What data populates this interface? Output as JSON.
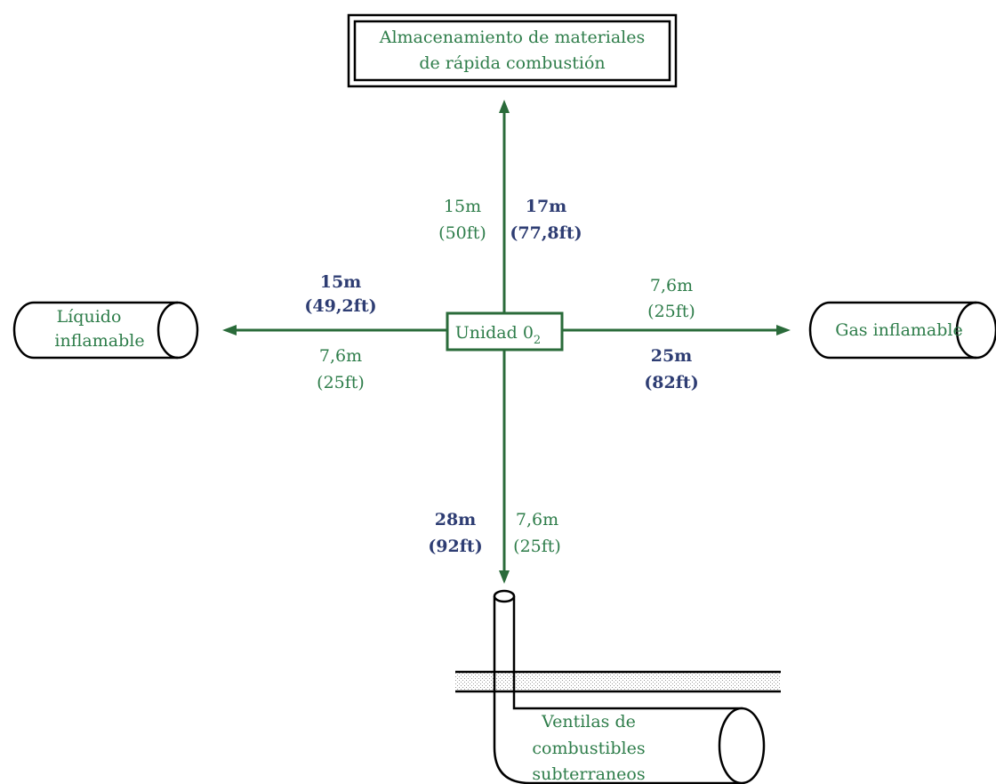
{
  "center": {
    "label": "Unidad 0",
    "subscript": "2"
  },
  "storage": {
    "line1": "Almacenamiento de materiales",
    "line2": "de rápida combustión"
  },
  "liquid": {
    "line1": "Líquido",
    "line2": "inflamable"
  },
  "gas": {
    "label": "Gas inflamable"
  },
  "vents": {
    "line1": "Ventilas de",
    "line2": "combustibles",
    "line3": "subterraneos"
  },
  "distances": {
    "up_green": {
      "m": "15m",
      "ft": "(50ft)"
    },
    "up_blue": {
      "m": "17m",
      "ft": "(77,8ft)"
    },
    "left_blue": {
      "m": "15m",
      "ft": "(49,2ft)"
    },
    "left_green": {
      "m": "7,6m",
      "ft": "(25ft)"
    },
    "right_green": {
      "m": "7,6m",
      "ft": "(25ft)"
    },
    "right_blue": {
      "m": "25m",
      "ft": "(82ft)"
    },
    "down_blue": {
      "m": "28m",
      "ft": "(92ft)"
    },
    "down_green": {
      "m": "7,6m",
      "ft": "(25ft)"
    }
  },
  "colors": {
    "green": "#2e7d4a",
    "blue": "#2e3d73",
    "line": "#2a6b3a",
    "stroke": "#000000"
  }
}
